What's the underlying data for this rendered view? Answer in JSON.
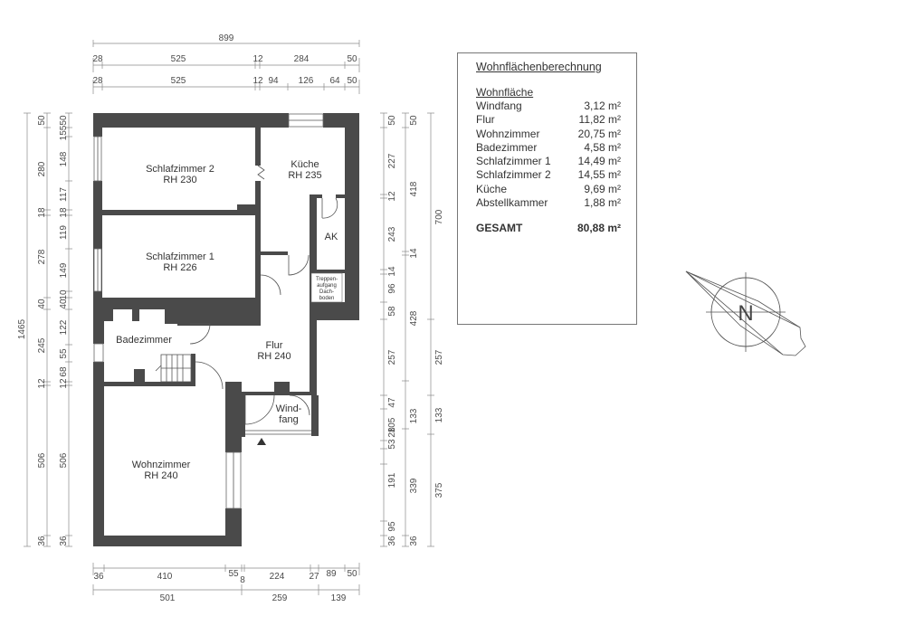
{
  "plan": {
    "dims_top_total": "899",
    "dims_top_row1": [
      "28",
      "525",
      "12",
      "284",
      "50"
    ],
    "dims_top_row2": [
      "28",
      "525",
      "12",
      "94",
      "126",
      "64",
      "50"
    ],
    "dims_left_total": "1465",
    "dims_left_outer": [
      "50",
      "280",
      "18",
      "278",
      "40",
      "245",
      "12",
      "506",
      "36"
    ],
    "dims_left_inner": [
      "50",
      "155",
      "148",
      "117",
      "18",
      "119",
      "149",
      "10",
      "40",
      "122",
      "55",
      "68",
      "12",
      "506",
      "36"
    ],
    "dims_right_inner": [
      "50",
      "227",
      "12",
      "243",
      "14",
      "96",
      "58",
      "257",
      "47",
      "105",
      "28",
      "53",
      "191",
      "95",
      "36"
    ],
    "dims_right_mid": [
      "50",
      "418",
      "14",
      "428",
      "133",
      "339",
      "36"
    ],
    "dims_right_outer": [
      "700",
      "257",
      "133",
      "375"
    ],
    "dims_bottom_row1": [
      "36",
      "410",
      "55",
      "8",
      "224",
      "27",
      "89",
      "50"
    ],
    "dims_bottom_row2": [
      "501",
      "259",
      "139"
    ],
    "rooms": {
      "schlaf2_name": "Schlafzimmer 2",
      "schlaf2_rh": "RH 230",
      "kueche_name": "Küche",
      "kueche_rh": "RH 235",
      "schlaf1_name": "Schlafzimmer 1",
      "schlaf1_rh": "RH 226",
      "ak": "AK",
      "treppe_1": "Treppen-",
      "treppe_2": "aufgang",
      "treppe_3": "Dach-",
      "treppe_4": "boden",
      "bad_name": "Badezimmer",
      "flur_name": "Flur",
      "flur_rh": "RH 240",
      "windfang_1": "Wind-",
      "windfang_2": "fang",
      "wohn_name": "Wohnzimmer",
      "wohn_rh": "RH 240"
    },
    "north_label": "N"
  },
  "calc": {
    "title": "Wohnflächenberechnung",
    "subtitle": "Wohnfläche",
    "rows": [
      {
        "name": "Windfang",
        "value": "3,12 m²"
      },
      {
        "name": "Flur",
        "value": "11,82 m²"
      },
      {
        "name": "Wohnzimmer",
        "value": "20,75 m²"
      },
      {
        "name": "Badezimmer",
        "value": "4,58 m²"
      },
      {
        "name": "Schlafzimmer 1",
        "value": "14,49 m²"
      },
      {
        "name": "Schlafzimmer 2",
        "value": "14,55 m²"
      },
      {
        "name": "Küche",
        "value": "9,69 m²"
      },
      {
        "name": "Abstellkammer",
        "value": "1,88 m²"
      }
    ],
    "total_label": "GESAMT",
    "total_value": "80,88 m²"
  }
}
